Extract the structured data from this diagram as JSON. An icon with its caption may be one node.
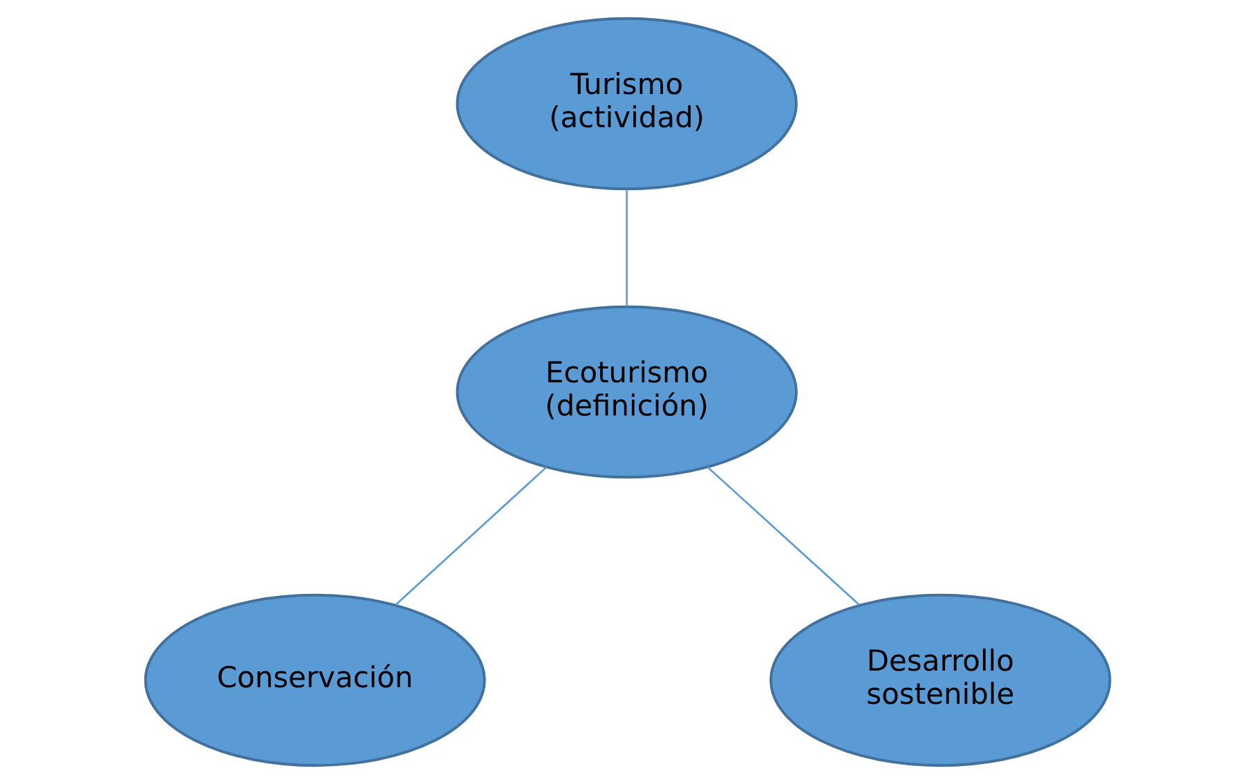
{
  "diagram": {
    "nodes": [
      {
        "text": [
          "Turismo (actividad)"
        ]
      },
      {
        "text": [
          "Ecoturismo (definición)"
        ]
      },
      {
        "text": [
          "Conservación"
        ]
      },
      {
        "text": [
          "Desarrollo sostenible"
        ]
      }
    ],
    "edges": [
      {
        "from": 0,
        "to": 1,
        "arrow": "none"
      },
      {
        "from": 1,
        "to": 2,
        "arrow": "none"
      },
      {
        "from": 1,
        "to": 3,
        "arrow": "none"
      }
    ]
  }
}
